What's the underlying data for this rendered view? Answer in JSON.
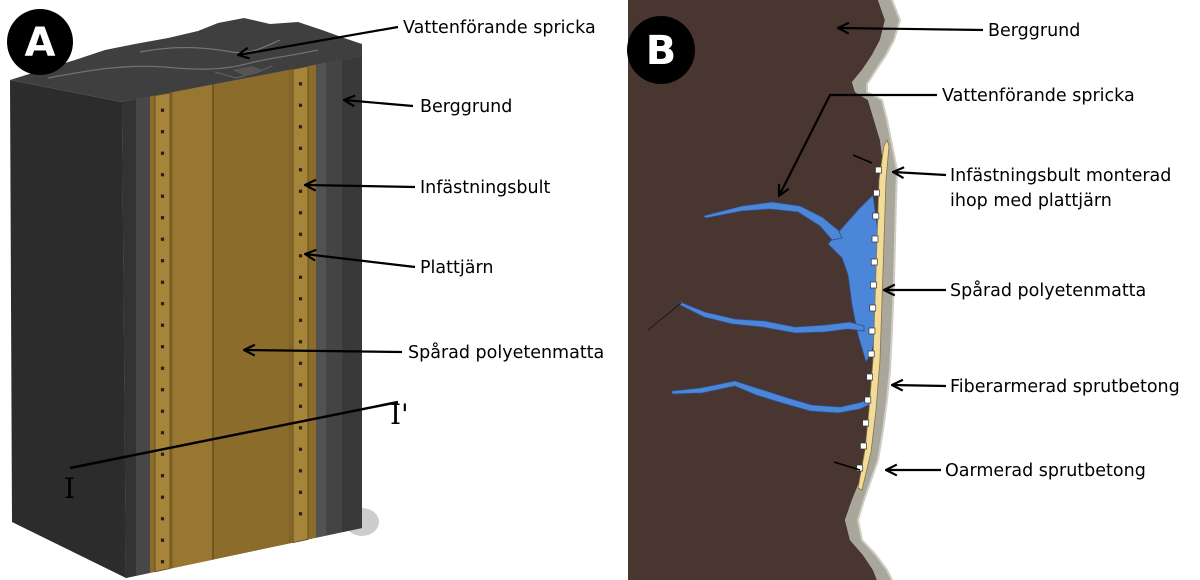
{
  "panel_a": {
    "badge": "A",
    "labels": {
      "crack": "Vattenförande spricka",
      "bedrock": "Berggrund",
      "bolt": "Infästningsbult",
      "flat_iron": "Plattjärn",
      "mat": "Spårad polyetenmatta"
    },
    "section": {
      "start": "I",
      "end": "I'"
    }
  },
  "panel_b": {
    "badge": "B",
    "labels": {
      "bedrock": "Berggrund",
      "crack": "Vattenförande spricka",
      "bolt": [
        "Infästningsbult monterad",
        "ihop med plattjärn"
      ],
      "mat": "Spårad polyetenmatta",
      "fiber_shotcrete": "Fiberarmerad sprutbetong",
      "plain_shotcrete": "Oarmerad sprutbetong"
    }
  },
  "colors": {
    "bedrock_a": "#3c3c3c",
    "bedrock_b": "#4a3631",
    "mat": "#8c6c2a",
    "water": "#4b86d8",
    "shotcrete": "#a9a69c",
    "fiber_strip": "#f3dc9a"
  }
}
